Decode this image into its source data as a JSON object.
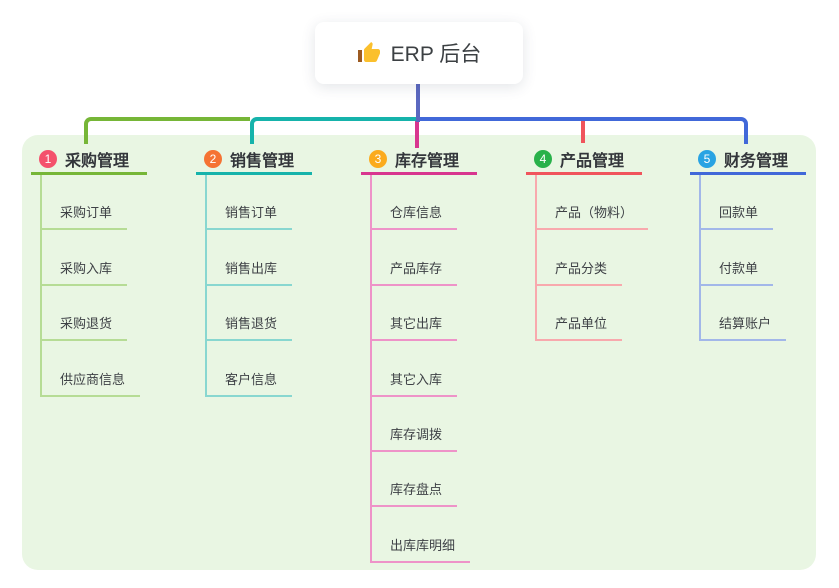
{
  "canvas": {
    "panel_background": "#e9f6e3"
  },
  "root": {
    "label": "ERP 后台",
    "icon": "thumbs-up-icon",
    "line_color": "#5b68c0"
  },
  "branches": [
    {
      "index": "1",
      "label": "采购管理",
      "badge_color": "#f4516c",
      "line_color": "#76b637",
      "child_line_color": "#b6dc95",
      "children": [
        "采购订单",
        "采购入库",
        "采购退货",
        "供应商信息"
      ]
    },
    {
      "index": "2",
      "label": "销售管理",
      "badge_color": "#f57333",
      "line_color": "#16b3ab",
      "child_line_color": "#88d7d0",
      "children": [
        "销售订单",
        "销售出库",
        "销售退货",
        "客户信息"
      ]
    },
    {
      "index": "3",
      "label": "库存管理",
      "badge_color": "#fbab1d",
      "line_color": "#d8368f",
      "child_line_color": "#ee93c8",
      "children": [
        "仓库信息",
        "产品库存",
        "其它出库",
        "其它入库",
        "库存调拨",
        "库存盘点",
        "出库库明细"
      ]
    },
    {
      "index": "4",
      "label": "产品管理",
      "badge_color": "#29b14a",
      "line_color": "#f0545c",
      "child_line_color": "#f8a9ad",
      "children": [
        "产品（物料）",
        "产品分类",
        "产品单位"
      ]
    },
    {
      "index": "5",
      "label": "财务管理",
      "badge_color": "#29a3e3",
      "line_color": "#4168d9",
      "child_line_color": "#a2b7e9",
      "children": [
        "回款单",
        "付款单",
        "结算账户"
      ]
    }
  ]
}
